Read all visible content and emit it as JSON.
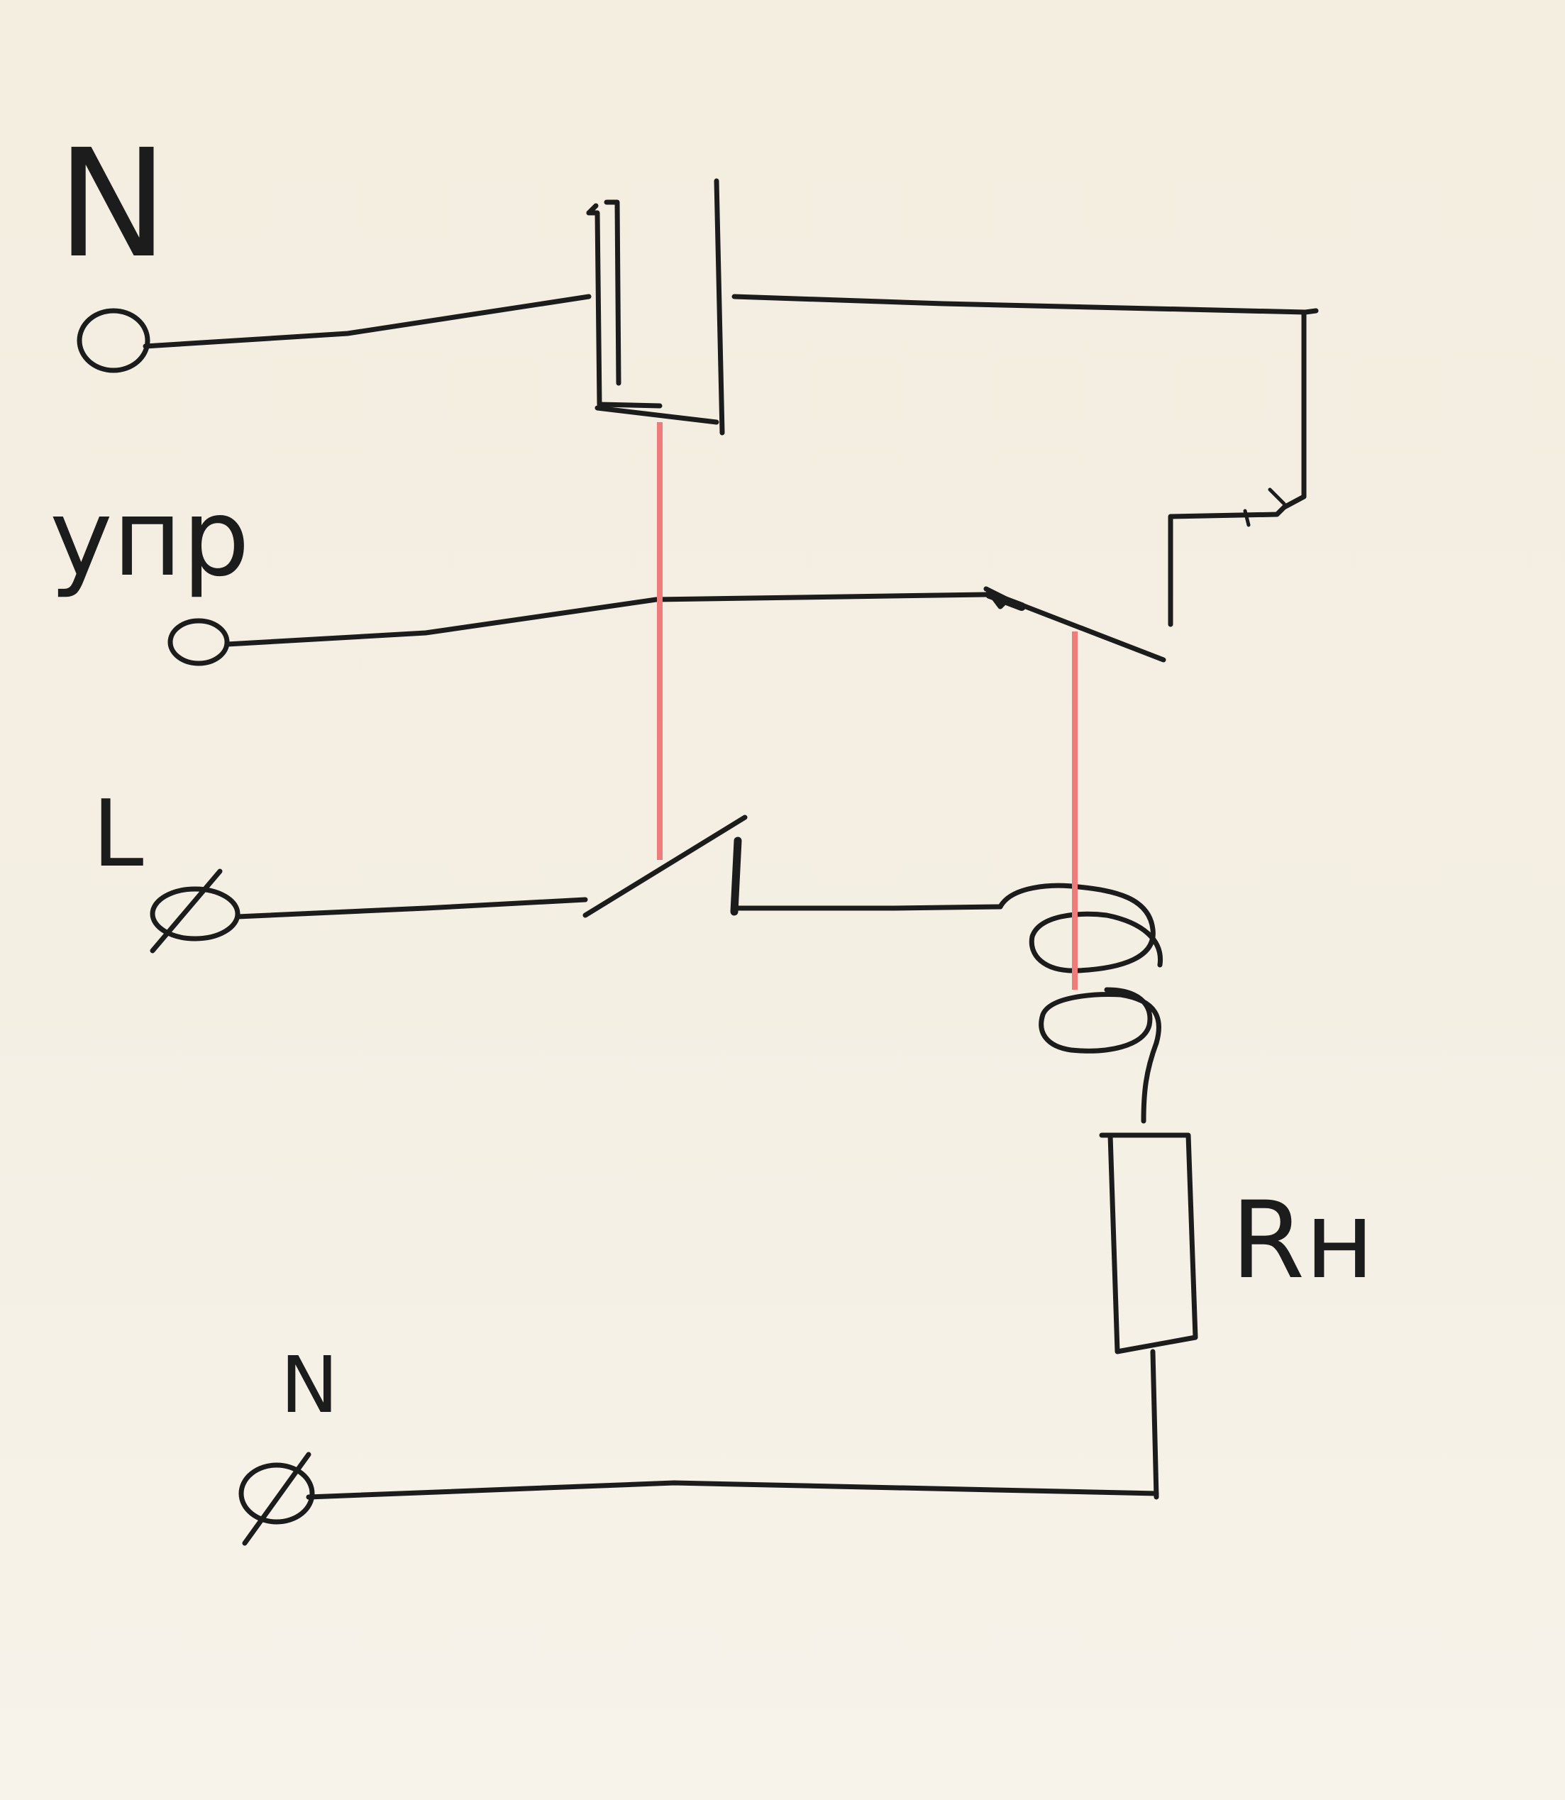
{
  "diagram": {
    "terminals": [
      {
        "id": "n-top",
        "label": "N"
      },
      {
        "id": "control",
        "label": "упр"
      },
      {
        "id": "line",
        "label": "L"
      },
      {
        "id": "n-bottom",
        "label": "N"
      }
    ],
    "components": {
      "resistor": {
        "label": "Rн"
      }
    },
    "colors": {
      "ink": "#1c1c1c",
      "mechanical_link": "#f07b7b",
      "paper": "#f4efe2"
    }
  }
}
